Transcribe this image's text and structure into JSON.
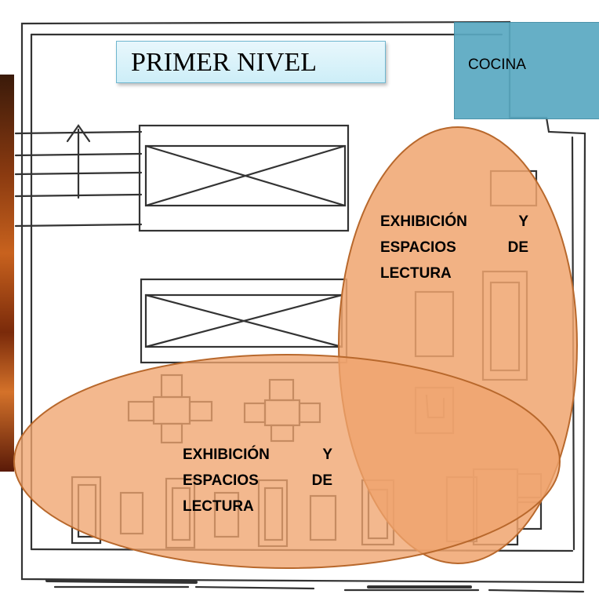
{
  "title": "PRIMER NIVEL",
  "kitchen_label": "COCINA",
  "zone_upper_right": {
    "lines": [
      "EXHIBICIÓN Y",
      "ESPACIOS DE",
      "LECTURA"
    ]
  },
  "zone_lower_left": {
    "lines": [
      "EXHIBICIÓN Y",
      "ESPACIOS DE",
      "LECTURA"
    ]
  },
  "colors": {
    "zone_fill": "#f0a46e",
    "zone_stroke": "#b8682c",
    "kitchen_fill": "#5aa9c2",
    "title_fill": "#dff3fa"
  }
}
